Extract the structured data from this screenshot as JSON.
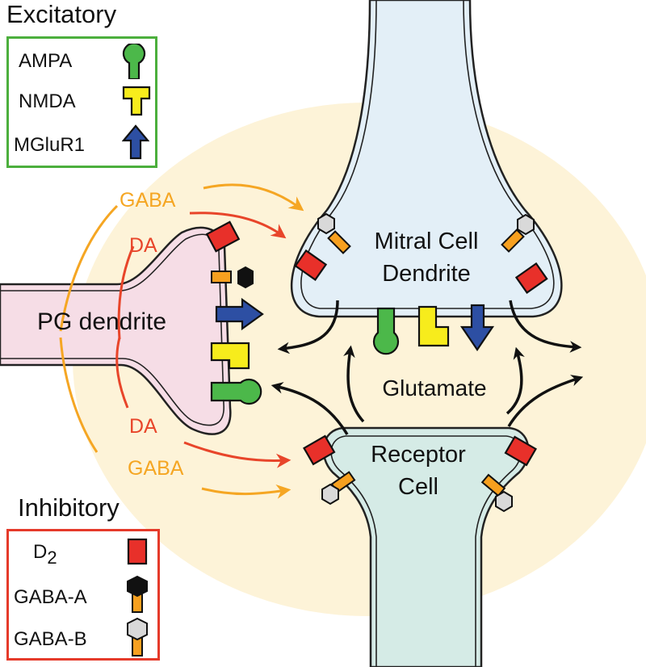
{
  "legend_excitatory": {
    "title": "Excitatory",
    "border_color": "#4caf3d",
    "items": [
      {
        "label": "AMPA",
        "icon": "ampa-receptor-icon",
        "color": "#4cb84a"
      },
      {
        "label": "NMDA",
        "icon": "nmda-receptor-icon",
        "color": "#f7ec1c"
      },
      {
        "label": "MGluR1",
        "icon": "mglur1-receptor-icon",
        "color": "#2d4fa3"
      }
    ]
  },
  "legend_inhibitory": {
    "title": "Inhibitory",
    "border_color": "#e53a2a",
    "items": [
      {
        "label": "D",
        "subscript": "2",
        "icon": "d2-receptor-icon",
        "color": "#e8302a"
      },
      {
        "label": "GABA-A",
        "icon": "gaba-a-receptor-icon",
        "color": "#111111"
      },
      {
        "label": "GABA-B",
        "icon": "gaba-b-receptor-icon",
        "color": "#cccccc"
      }
    ]
  },
  "cells": {
    "mitral_line1": "Mitral Cell",
    "mitral_line2": "Dendrite",
    "pg": "PG dendrite",
    "receptor_line1": "Receptor",
    "receptor_line2": "Cell"
  },
  "transmitters": {
    "gaba_top": "GABA",
    "da_top": "DA",
    "da_bottom": "DA",
    "gaba_bottom": "GABA",
    "glutamate": "Glutamate"
  },
  "colors": {
    "gaba": "#f5a623",
    "da": "#e8452a",
    "glomerulus_bg": "#fdf3d8",
    "mitral_fill": "#e3eff7",
    "pg_fill": "#f6dde6",
    "receptor_fill": "#d5ebe6",
    "orange_stem": "#f7a01f",
    "gray_hex": "#d9d9d9"
  }
}
